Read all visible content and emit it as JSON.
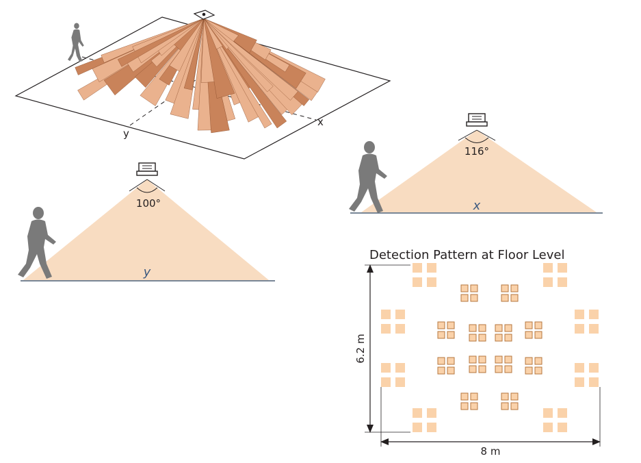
{
  "colors": {
    "ray": "#c9835a",
    "ray_light": "#eab28e",
    "cone": "#f8dcc1",
    "square": "#fad2aa",
    "square_border": "#b5773f",
    "floor_line": "#4b5e73",
    "person": "#7a7a7a",
    "ink": "#231f20",
    "axis_letter": "#3d5a80"
  },
  "perspective": {
    "label_y": "y",
    "label_x": "x",
    "icons": [
      "person-walking-icon",
      "sensor-icon"
    ]
  },
  "side_y": {
    "angle_label": "100°",
    "axis_label": "y",
    "icons": [
      "person-walking-icon",
      "sensor-icon"
    ]
  },
  "side_x": {
    "angle_label": "116°",
    "axis_label": "x",
    "icons": [
      "person-walking-icon",
      "sensor-icon"
    ]
  },
  "pattern": {
    "title": "Detection Pattern at Floor Level",
    "height_label": "6.2 m",
    "width_label": "8 m"
  }
}
